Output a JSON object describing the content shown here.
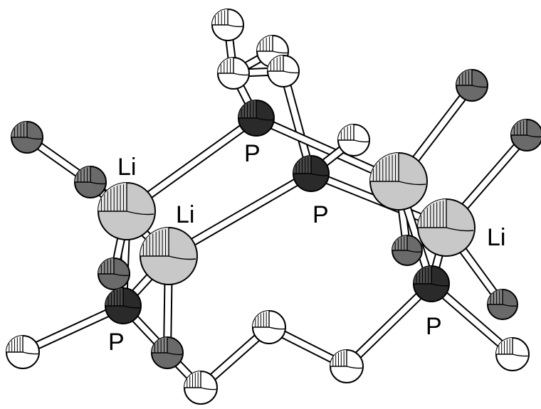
{
  "colors": {
    "background": "#ffffff",
    "phosphorus": "#2a2a2a",
    "lithium": "#c8c8c8",
    "carbon_dark": "#6a6a6a",
    "carbon_light": "#ffffff",
    "bond": "#ffffff",
    "outline": "#000000"
  },
  "labels": {
    "li_1": "Li",
    "li_2": "Li",
    "li_3": "Li",
    "p_1": "P",
    "p_2": "P",
    "p_3": "P",
    "p_4": "P"
  }
}
